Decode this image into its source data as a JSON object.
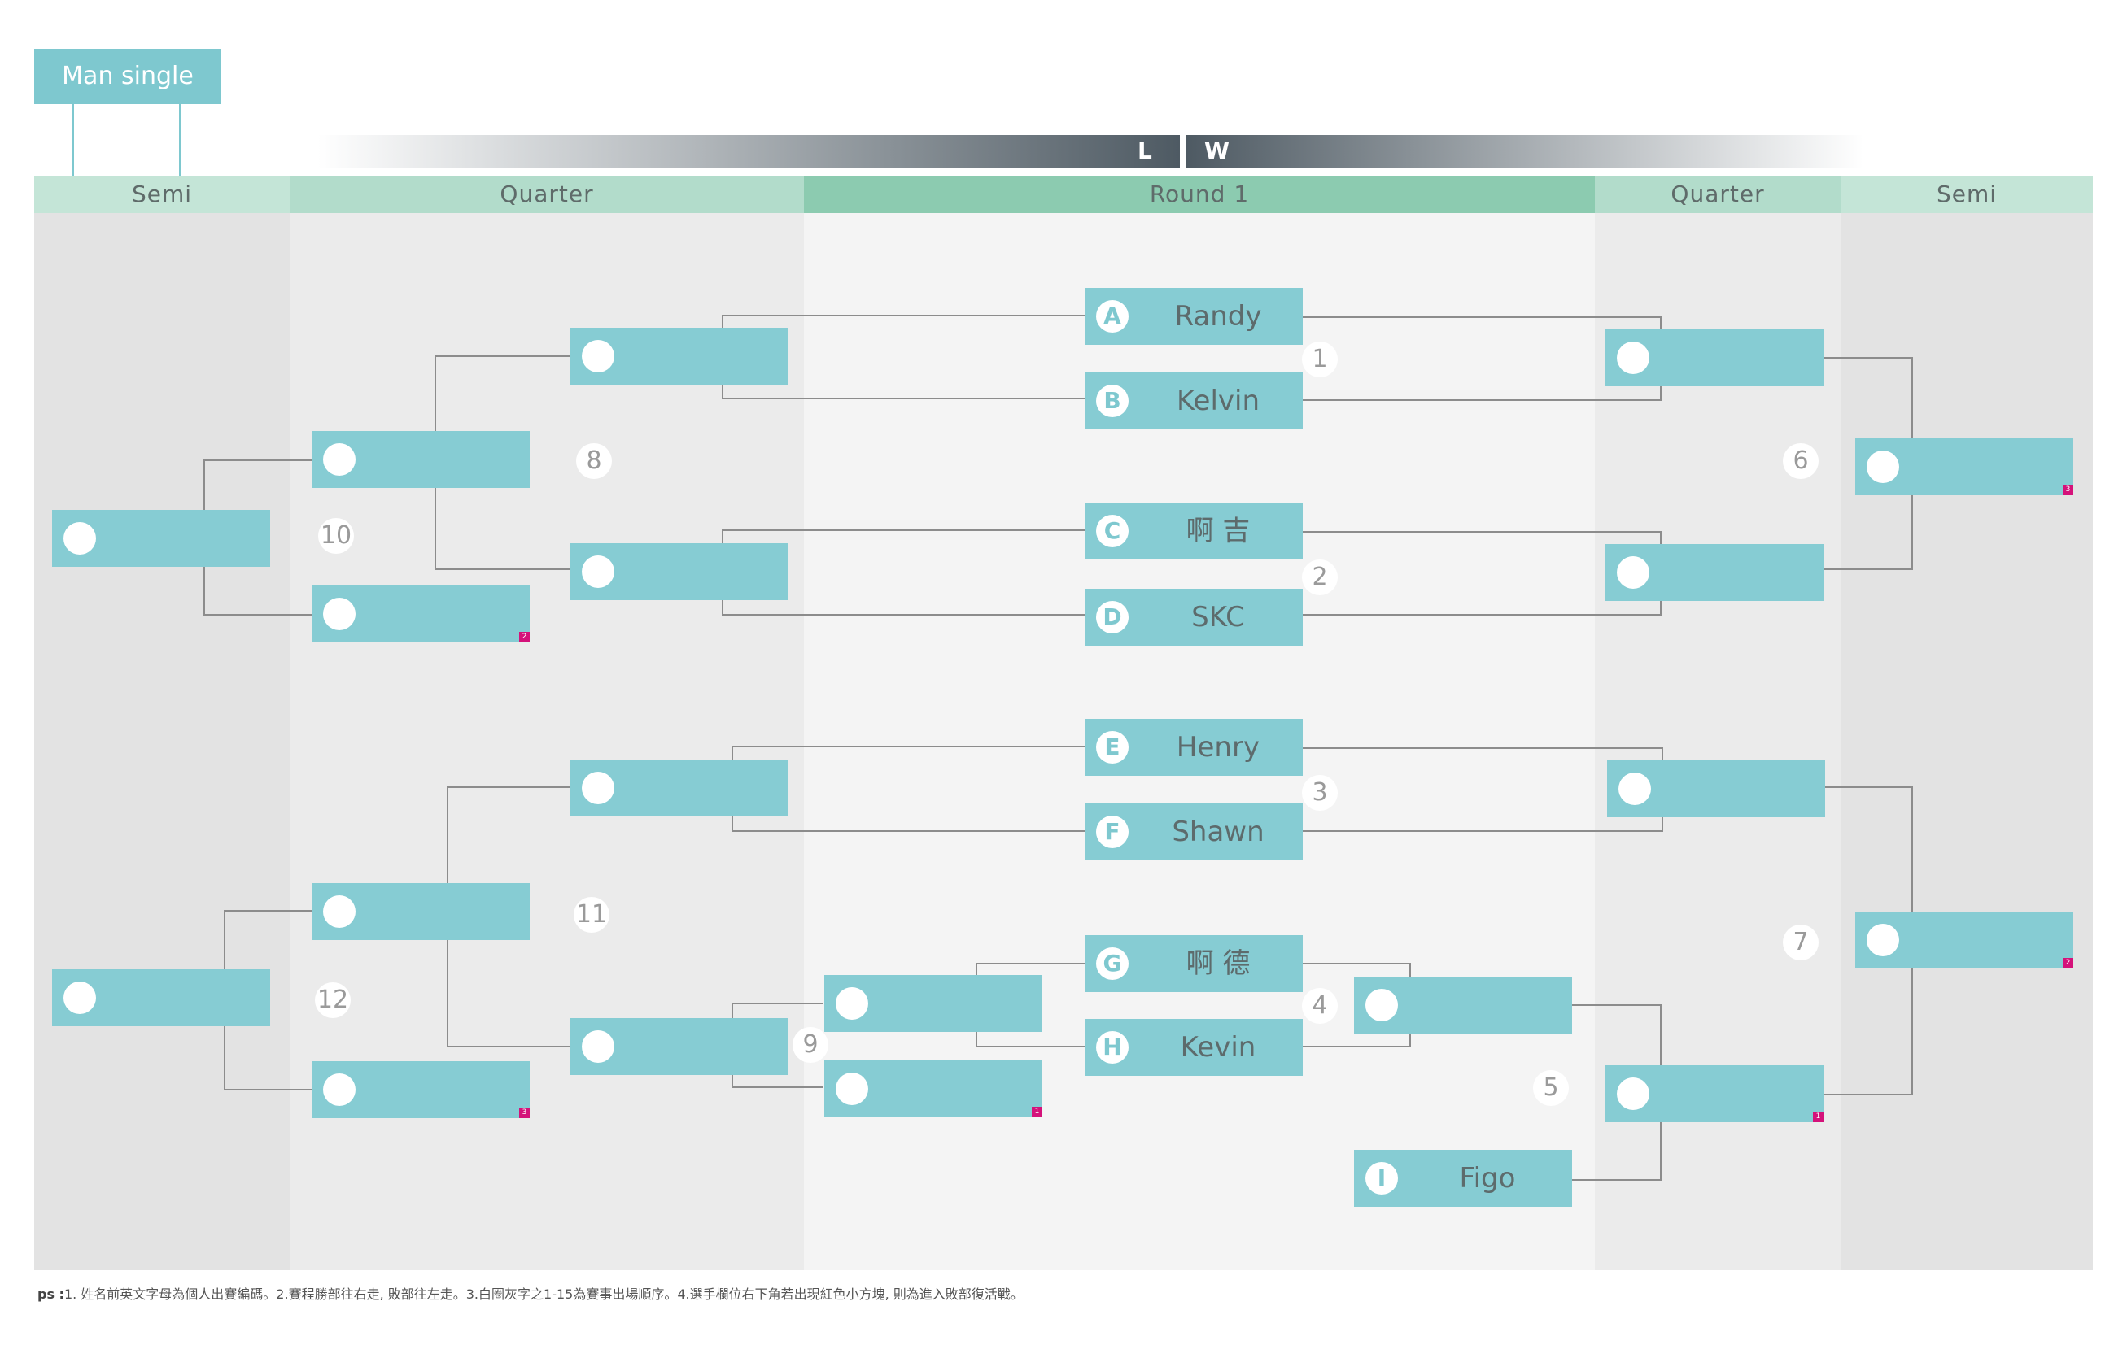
{
  "title": "Man single",
  "direction": {
    "lose": "L",
    "win": "W"
  },
  "columns": [
    "Semi",
    "Quarter",
    "Round 1",
    "Quarter",
    "Semi"
  ],
  "colors": {
    "slot": "#86ccd3",
    "badge": "#d4127a",
    "round1_header": "#8ccbb0",
    "header": "#b2dccb",
    "line": "#8c8c8c"
  },
  "players": [
    {
      "code": "A",
      "name": "Randy"
    },
    {
      "code": "B",
      "name": "Kelvin"
    },
    {
      "code": "C",
      "name": "啊 吉"
    },
    {
      "code": "D",
      "name": "SKC"
    },
    {
      "code": "E",
      "name": "Henry"
    },
    {
      "code": "F",
      "name": "Shawn"
    },
    {
      "code": "G",
      "name": "啊 德"
    },
    {
      "code": "H",
      "name": "Kevin"
    },
    {
      "code": "I",
      "name": "Figo"
    }
  ],
  "match_numbers": [
    "1",
    "2",
    "3",
    "4",
    "5",
    "6",
    "7",
    "8",
    "9",
    "10",
    "11",
    "12"
  ],
  "repechage_badges": [
    "2",
    "3",
    "1",
    "3",
    "2",
    "1"
  ],
  "footnote": {
    "prefix": "ps :",
    "text": "1. 姓名前英文字母為個人出賽編碼。2.賽程勝部往右走, 敗部往左走。3.白圈灰字之1-15為賽事出場順序。4.選手欄位右下角若出現紅色小方塊, 則為進入敗部復活戰。"
  }
}
